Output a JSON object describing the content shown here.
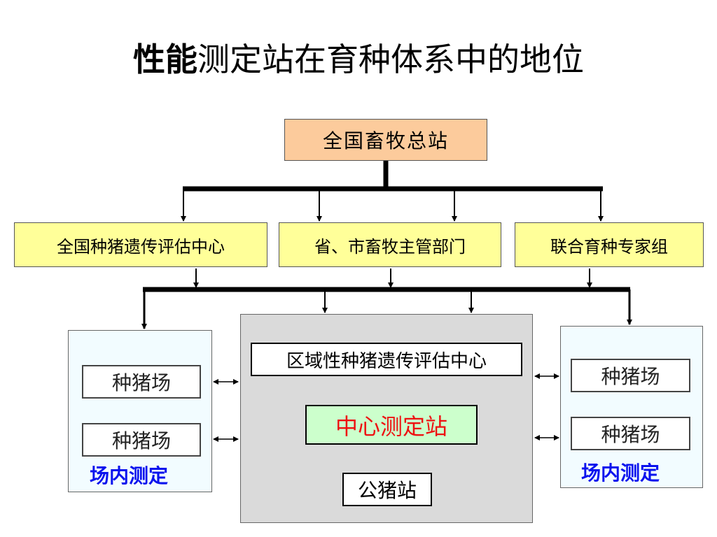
{
  "title": {
    "bold": "性能",
    "rest": "测定站在育种体系中的地位"
  },
  "top": {
    "label": "全国畜牧总站"
  },
  "level2": [
    {
      "label": "全国种猪遗传评估中心"
    },
    {
      "label": "省、市畜牧主管部门"
    },
    {
      "label": "联合育种专家组"
    }
  ],
  "left_group": {
    "farms": [
      "种猪场",
      "种猪场"
    ],
    "label": "场内测定"
  },
  "center_group": {
    "regional": "区域性种猪遗传评估中心",
    "central": "中心测定站",
    "boar_station": "公猪站"
  },
  "right_group": {
    "farms": [
      "种猪场",
      "种猪场"
    ],
    "label": "场内测定"
  },
  "colors": {
    "top_box": "#fccb9c",
    "level2_box": "#ffff99",
    "side_panel": "#f2fcff",
    "center_panel": "#dadada",
    "central_box": "#ccffcc",
    "central_text": "#ee1111",
    "field_label": "#0b13ee"
  }
}
